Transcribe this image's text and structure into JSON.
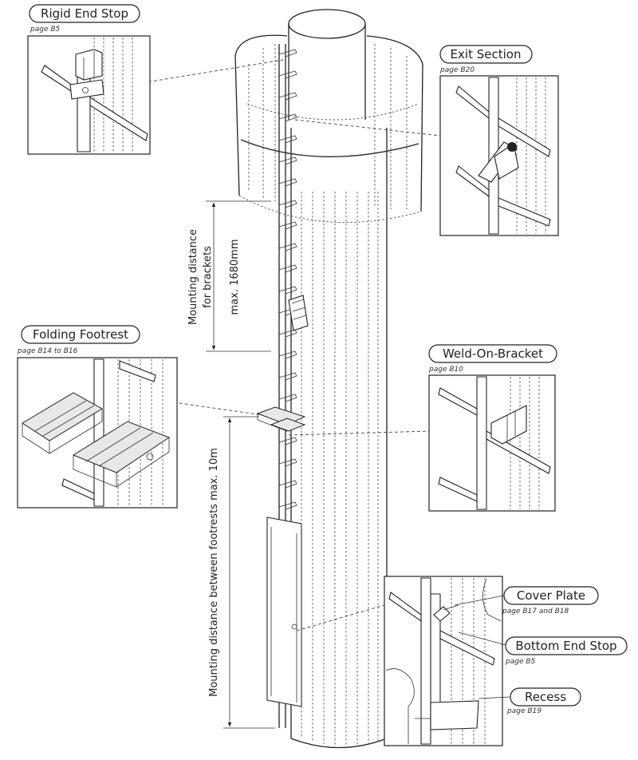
{
  "callouts": {
    "rigid_end_stop": {
      "label": "Rigid End Stop",
      "page": "page B5"
    },
    "exit_section": {
      "label": "Exit Section",
      "page": "page B20"
    },
    "folding_footrest": {
      "label": "Folding Footrest",
      "page": "page B14 to B16"
    },
    "weld_on_bracket": {
      "label": "Weld-On-Bracket",
      "page": "page B10"
    },
    "cover_plate": {
      "label": "Cover Plate",
      "page": "page B17 and B18"
    },
    "bottom_end_stop": {
      "label": "Bottom End Stop",
      "page": "page B5"
    },
    "recess": {
      "label": "Recess",
      "page": "page B19"
    }
  },
  "dimensions": {
    "brackets_line1": "Mounting distance",
    "brackets_line2": "for brackets",
    "brackets_line3": "max. 1680mm",
    "footrests": "Mounting distance between footrests max. 10m"
  },
  "colors": {
    "line": "#222222",
    "background": "#ffffff"
  }
}
